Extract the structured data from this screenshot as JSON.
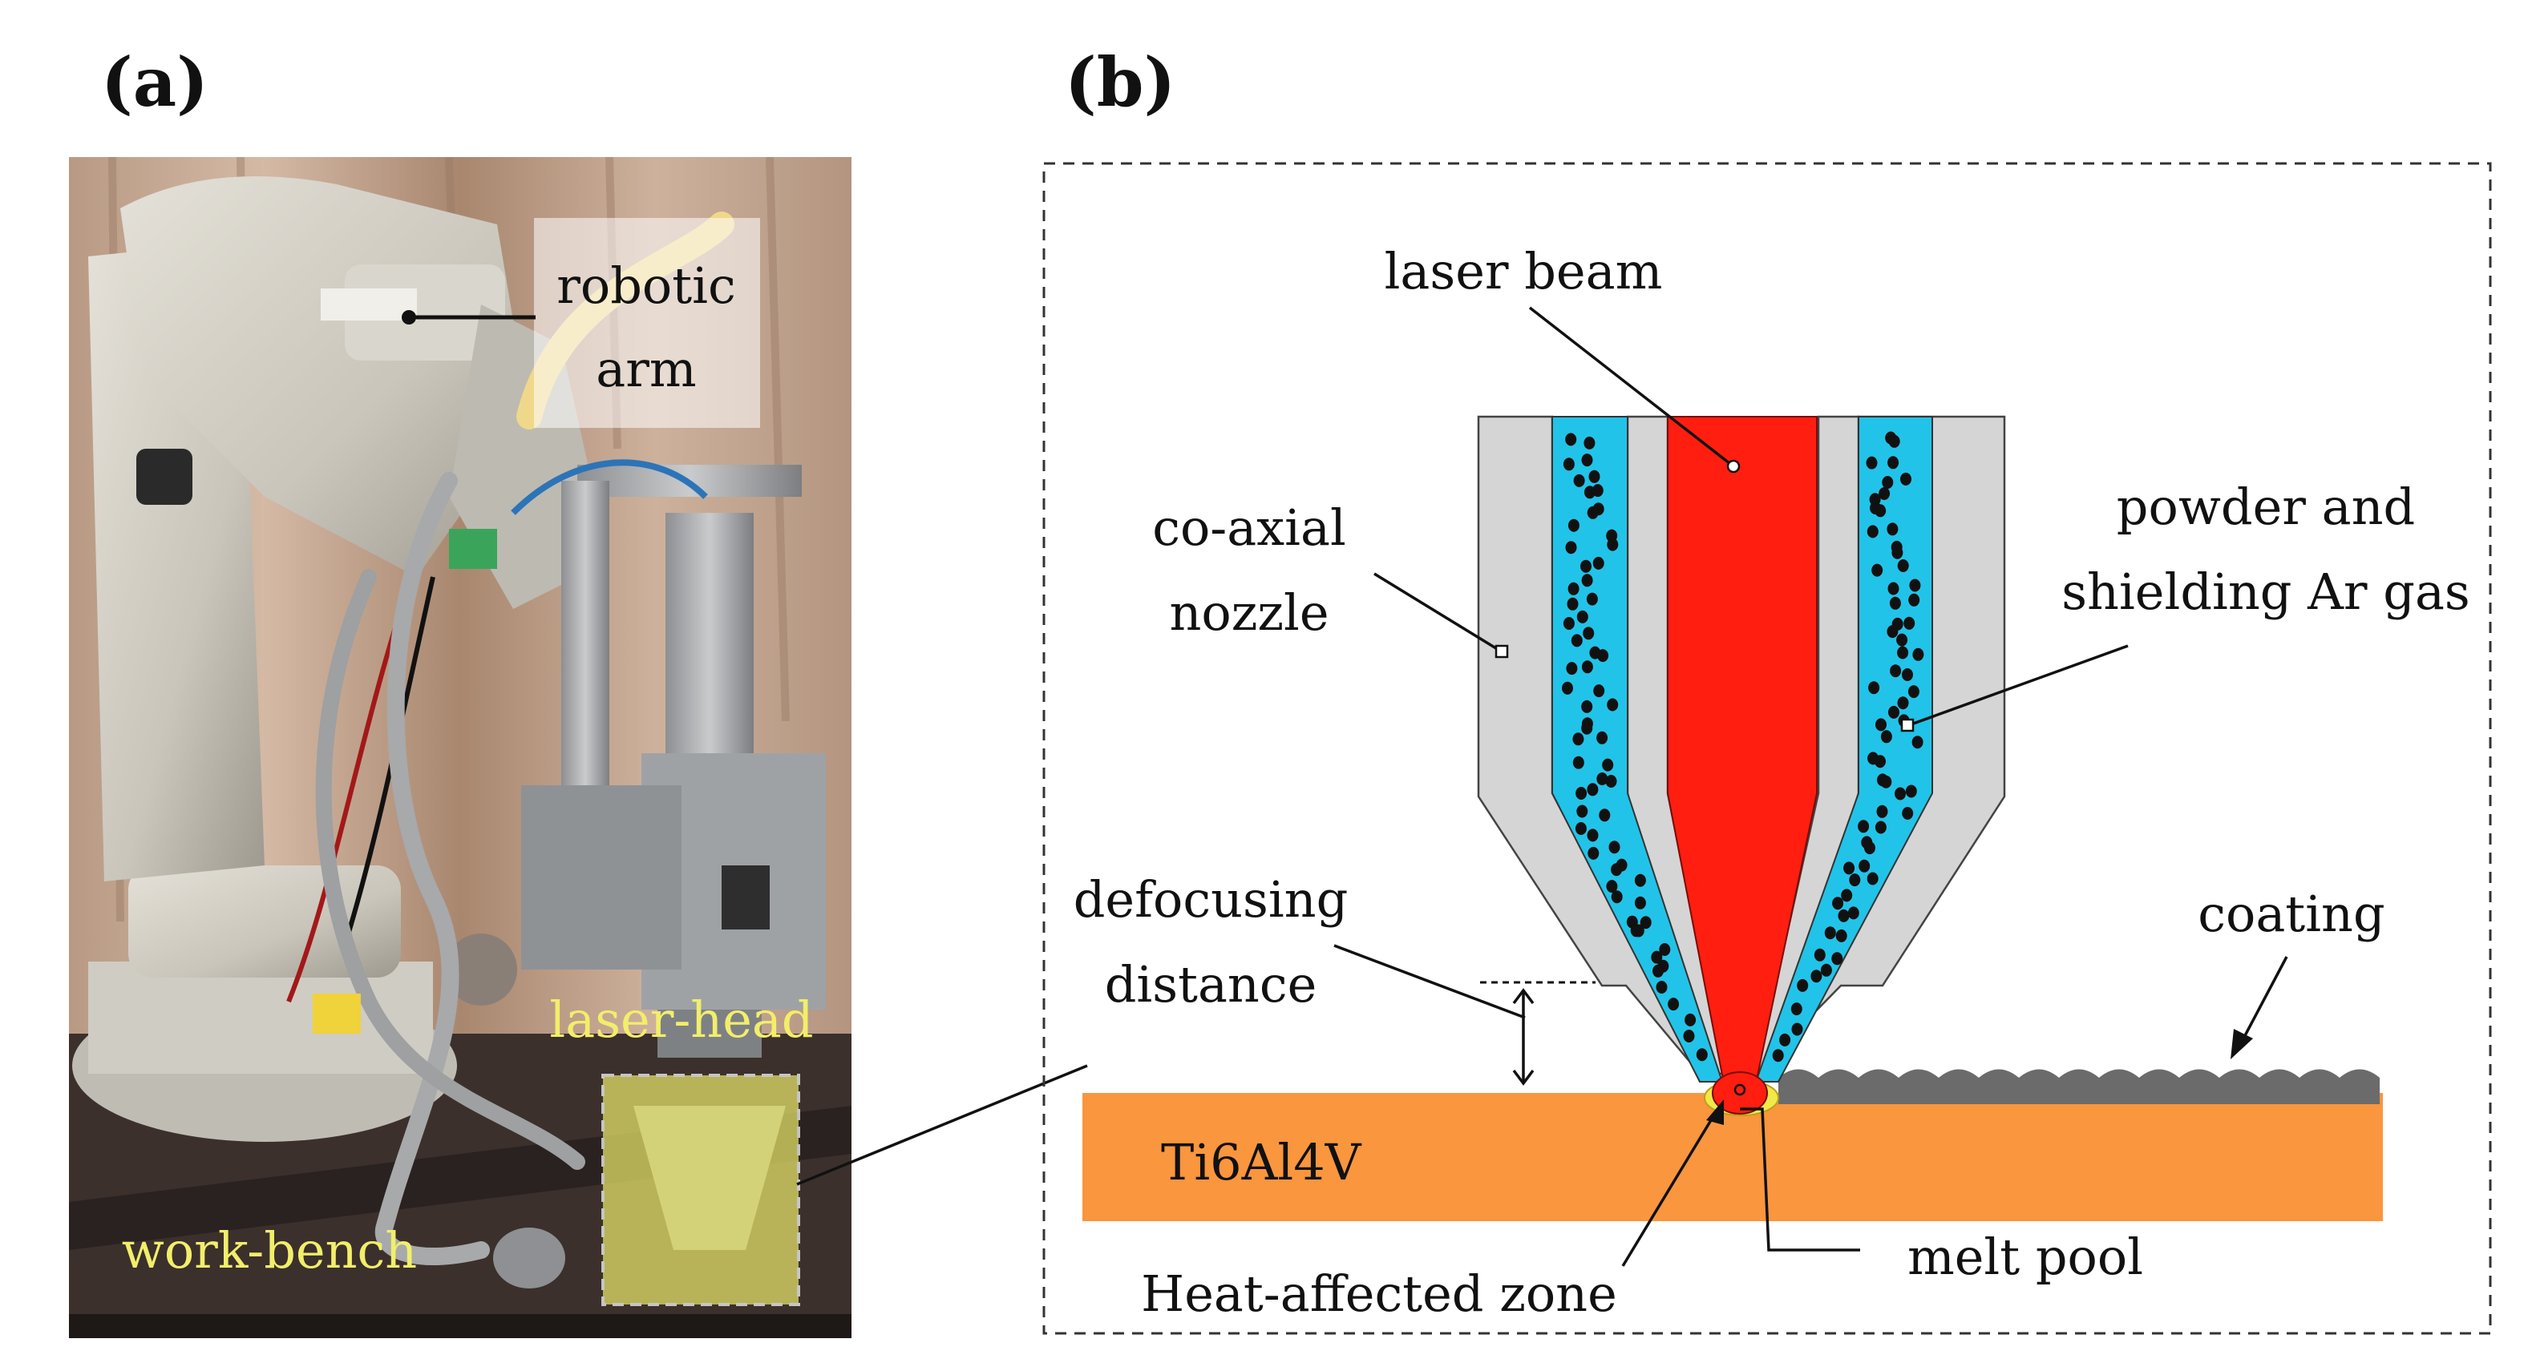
{
  "panels": {
    "a": {
      "label": "(a)"
    },
    "b": {
      "label": "(b)"
    }
  },
  "photo_labels": {
    "robotic_arm_line1": "robotic",
    "robotic_arm_line2": "arm",
    "laser_head": "laser-head",
    "work_bench": "work-bench"
  },
  "schematic_labels": {
    "laser_beam": "laser beam",
    "coaxial_nozzle_line1": "co-axial",
    "coaxial_nozzle_line2": "nozzle",
    "powder_line1": "powder and",
    "powder_line2": "shielding Ar gas",
    "defocusing_line1": "defocusing",
    "defocusing_line2": "distance",
    "coating": "coating",
    "substrate": "Ti6Al4V",
    "haz": "Heat-affected zone",
    "melt_pool": "melt pool"
  },
  "colors": {
    "nozzle": "#d5d5d5",
    "powder_channel": "#22c3e8",
    "powder_particle": "#111111",
    "laser_beam": "#ff1e10",
    "substrate": "#f9963e",
    "coating": "#6b6b6b",
    "haz": "#f2e84a",
    "melt_pool": "#ff1e10",
    "photo_highlight": "#e8e66a"
  }
}
